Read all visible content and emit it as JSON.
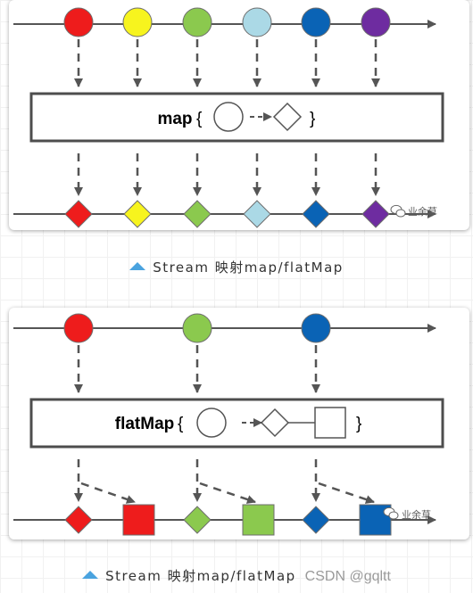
{
  "diagram1": {
    "operator": "map",
    "open_brace": "{",
    "close_brace": "}",
    "watermark": "业余草",
    "caption": "Stream 映射map/flatMap",
    "colors": [
      "#ee1c1c",
      "#f7f41e",
      "#8bc94e",
      "#abd9e6",
      "#0a63b5",
      "#6e2ca0"
    ]
  },
  "diagram2": {
    "operator": "flatMap",
    "open_brace": "{",
    "close_brace": "}",
    "watermark": "业余草",
    "caption": "Stream 映射map/flatMap",
    "csdn_watermark": "CSDN @gqltt",
    "colors": [
      "#ee1c1c",
      "#8bc94e",
      "#0a63b5"
    ]
  },
  "line_color": "#555555",
  "icons": [
    "caption-triangle-icon",
    "wechat-icon"
  ]
}
